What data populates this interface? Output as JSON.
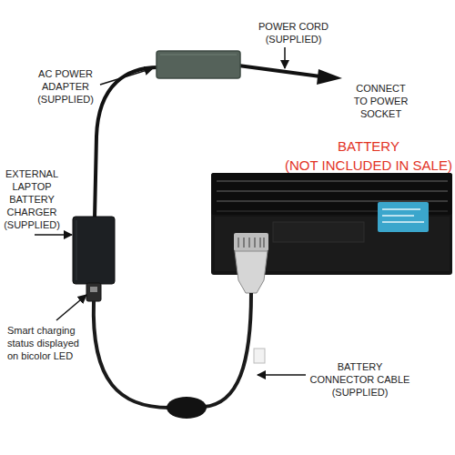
{
  "diagram": {
    "labels": [
      "POWER CORD (SUPPLIED)",
      "AC POWER ADAPTER (SUPPLIED)",
      "CONNECT TO POWER SOCKET",
      "BATTERY (NOT INCLUDED IN SALE)",
      "EXTERNAL LAPTOP BATTERY CHARGER (SUPPLIED)",
      "Smart charging status displayed on bicolor LED",
      "BATTERY CONNECTOR CABLE (SUPPLIED)"
    ]
  }
}
